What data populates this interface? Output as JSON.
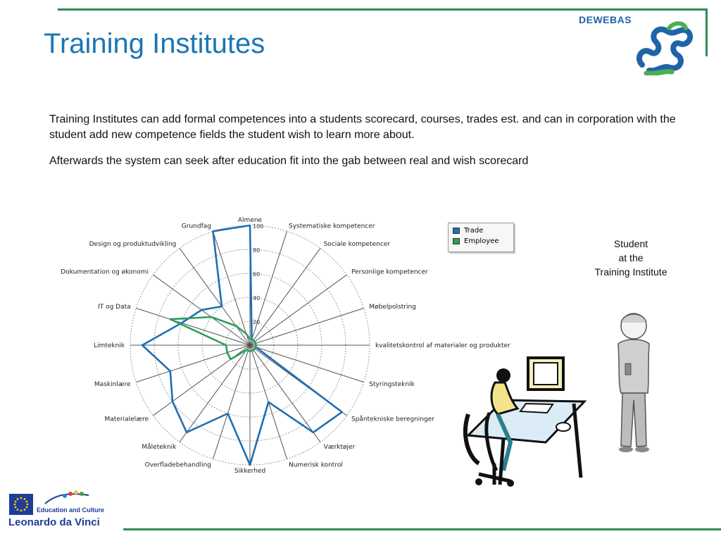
{
  "slide": {
    "title": "Training Institutes",
    "brand": "DEWEBAS",
    "paragraph_1": "Training Institutes can add formal competences into a students scorecard, courses, trades est. and can in corporation with the student add new competence fields the student wish to learn more about.",
    "paragraph_2": "Afterwards  the system can seek after education fit into the gab between real and wish scorecard",
    "student_caption": [
      "Student",
      "at the",
      "Training Institute"
    ],
    "footer": {
      "program_line": "Education and Culture",
      "program_name": "Leonardo da Vinci"
    }
  },
  "colors": {
    "title": "#1b75b5",
    "rule": "#2e8b57",
    "trade": "#1f6fb2",
    "employee": "#2e9e5b"
  },
  "icons": [
    "eu-flag-icon",
    "leonardo-da-vinci-logo-icon",
    "dewebas-logo-icon"
  ],
  "chart_data": {
    "type": "radar",
    "axes": [
      "Almene",
      "Systematiske kompetencer",
      "Sociale kompetencer",
      "Personlige kompetencer",
      "Møbelpolstring",
      "kvalitetskontrol af materialer og produkter",
      "Styringsteknik",
      "Spåntekniske beregninger",
      "Værktøjer",
      "Numerisk kontrol",
      "Sikkerhed",
      "Overfladebehandling",
      "Måleteknik",
      "Materialelære",
      "Maskinlære",
      "Limteknik",
      "IT og Data",
      "Dokumentation og økonomi",
      "Design og produktudvikling",
      "Grundfag"
    ],
    "radial_ticks": [
      "20",
      "40",
      "60",
      "80",
      "100"
    ],
    "range": [
      0,
      100
    ],
    "legend_position": "top-right",
    "grid": true,
    "series": [
      {
        "name": "Trade",
        "color": "#1f6fb2",
        "values": [
          100,
          5,
          5,
          5,
          5,
          5,
          5,
          95,
          90,
          50,
          100,
          60,
          90,
          80,
          70,
          90,
          60,
          50,
          40,
          100
        ]
      },
      {
        "name": "Employee",
        "color": "#2e9e5b",
        "values": [
          5,
          5,
          5,
          5,
          5,
          5,
          5,
          5,
          5,
          5,
          5,
          5,
          5,
          20,
          20,
          20,
          70,
          40,
          20,
          10
        ]
      }
    ]
  }
}
